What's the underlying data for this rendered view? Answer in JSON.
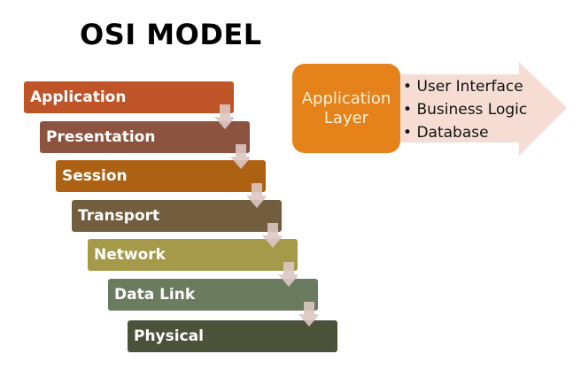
{
  "title": "OSI MODEL",
  "layers": [
    {
      "label": "Application",
      "color": "#bf5428"
    },
    {
      "label": "Presentation",
      "color": "#8c5440"
    },
    {
      "label": "Session",
      "color": "#ad6112"
    },
    {
      "label": "Transport",
      "color": "#725d3e"
    },
    {
      "label": "Network",
      "color": "#a59a4a"
    },
    {
      "label": "Data Link",
      "color": "#6b7b5f"
    },
    {
      "label": "Physical",
      "color": "#4b5239"
    }
  ],
  "connector_arrow_color": "#dcc7c2",
  "detail": {
    "box_label_line1": "Application",
    "box_label_line2": "Layer",
    "box_color": "#e5821a",
    "arrow_color": "#f5ddd4",
    "items": [
      "User Interface",
      "Business Logic",
      "Database"
    ]
  }
}
